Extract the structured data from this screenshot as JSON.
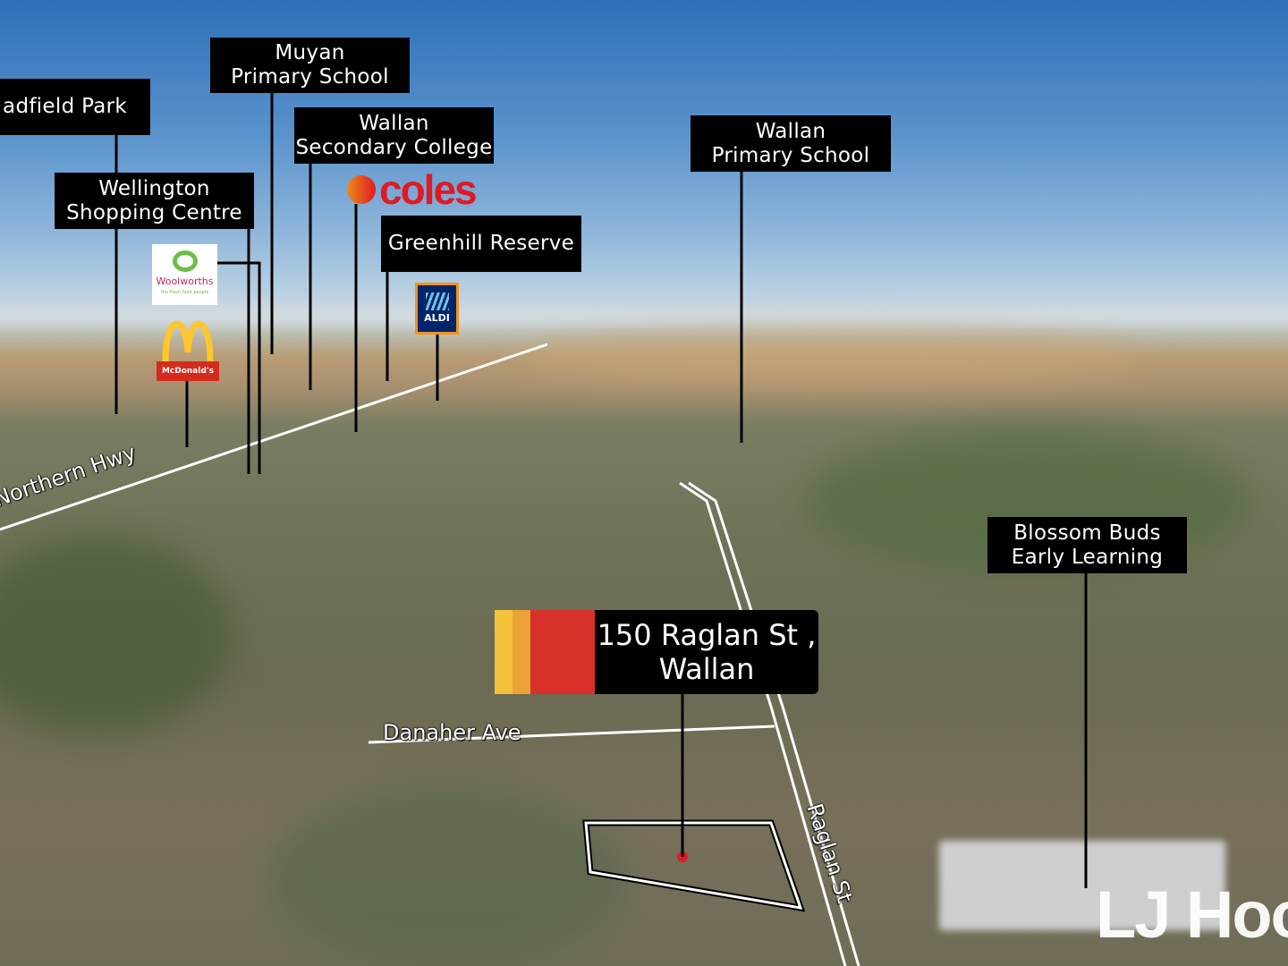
{
  "points_of_interest": [
    {
      "id": "bradfield",
      "lines": [
        "adfield Park"
      ]
    },
    {
      "id": "muyan",
      "lines": [
        "Muyan",
        "Primary School"
      ]
    },
    {
      "id": "secondary",
      "lines": [
        "Wallan",
        "Secondary College"
      ]
    },
    {
      "id": "wellington",
      "lines": [
        "Wellington",
        "Shopping Centre"
      ]
    },
    {
      "id": "greenhill",
      "lines": [
        "Greenhill Reserve"
      ]
    },
    {
      "id": "wallan-primary",
      "lines": [
        "Wallan",
        "Primary School"
      ]
    },
    {
      "id": "blossom",
      "lines": [
        "Blossom Buds",
        "Early Learning"
      ]
    }
  ],
  "property": {
    "line1": "150 Raglan St ,",
    "line2": "Wallan",
    "brand_colors": [
      "#f4c23a",
      "#eba337",
      "#d8312c"
    ]
  },
  "roads": {
    "northern": "Northern Hwy",
    "danaher": "Danaher Ave",
    "raglan": "Raglan St"
  },
  "logos": {
    "coles": "coles",
    "woolworths": "Woolworths",
    "woolworths_tagline": "the fresh food people",
    "mcdonalds": "McDonald's",
    "aldi": "ALDI"
  },
  "watermark": "LJ Hook",
  "colors": {
    "label_bg": "#000000",
    "coles_red": "#e01a22",
    "mcd_red": "#d52b1e",
    "mcd_yellow": "#ffc72c",
    "aldi_blue": "#00256a",
    "woolworths_green": "#6dbe45"
  }
}
